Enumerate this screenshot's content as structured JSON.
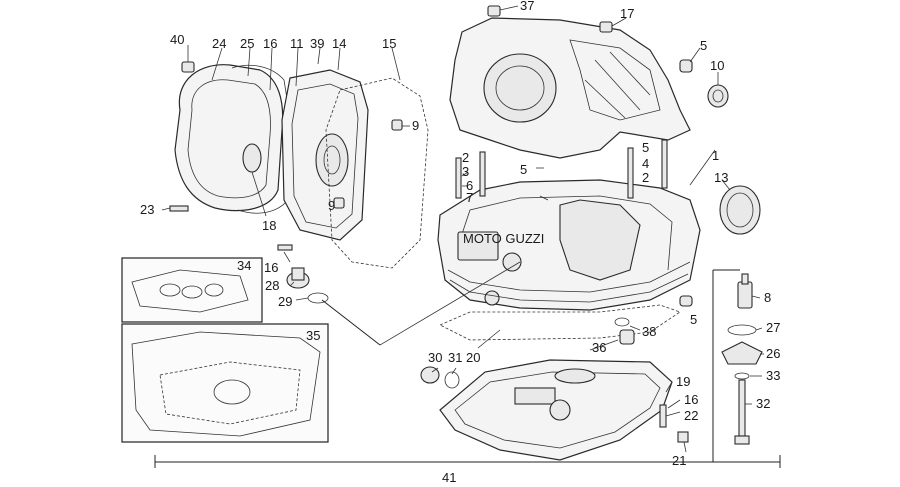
{
  "diagram": {
    "labels": {
      "n1": "1",
      "n2a": "2",
      "n2b": "2",
      "n3": "3",
      "n4": "4",
      "n5a": "5",
      "n5b": "5",
      "n5c": "5",
      "n5d": "5",
      "n6": "6",
      "n7": "7",
      "n8": "8",
      "n9a": "9",
      "n9b": "9",
      "n10": "10",
      "n11": "11",
      "n13": "13",
      "n14": "14",
      "n15": "15",
      "n16a": "16",
      "n16b": "16",
      "n16c": "16",
      "n17": "17",
      "n18": "18",
      "n19": "19",
      "n20": "20",
      "n21": "21",
      "n22": "22",
      "n23": "23",
      "n24": "24",
      "n25": "25",
      "n26": "26",
      "n27": "27",
      "n28": "28",
      "n29": "29",
      "n30": "30",
      "n31": "31",
      "n32": "32",
      "n33": "33",
      "n34": "34",
      "n35": "35",
      "n36": "36",
      "n37": "37",
      "n38": "38",
      "n39": "39",
      "n40": "40",
      "n41": "41"
    },
    "block_cast_text": "MOTO GUZZI"
  }
}
